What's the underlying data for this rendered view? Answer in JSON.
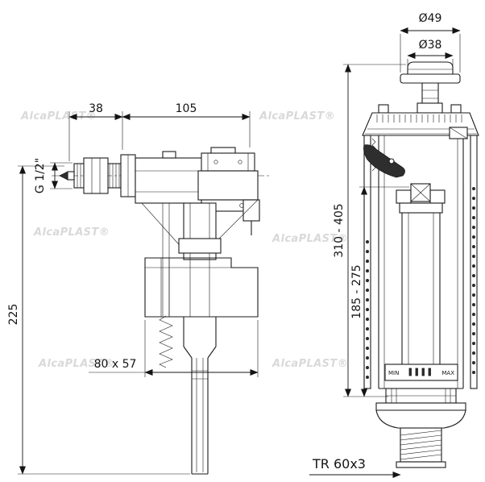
{
  "watermark": {
    "text": "AlcaPLAST®"
  },
  "fill_valve": {
    "dim_38": "38",
    "dim_105": "105",
    "dim_height": "225",
    "thread_label": "G 1/2\"",
    "dim_cup": "80 x 57"
  },
  "flush_valve": {
    "dim_outer_button": "Ø49",
    "dim_inner_button": "Ø38",
    "dim_total_height": "310 - 405",
    "dim_inner_height": "185 - 275",
    "scale_min": "MIN",
    "scale_max": "MAX",
    "thread_label": "TR 60x3"
  }
}
